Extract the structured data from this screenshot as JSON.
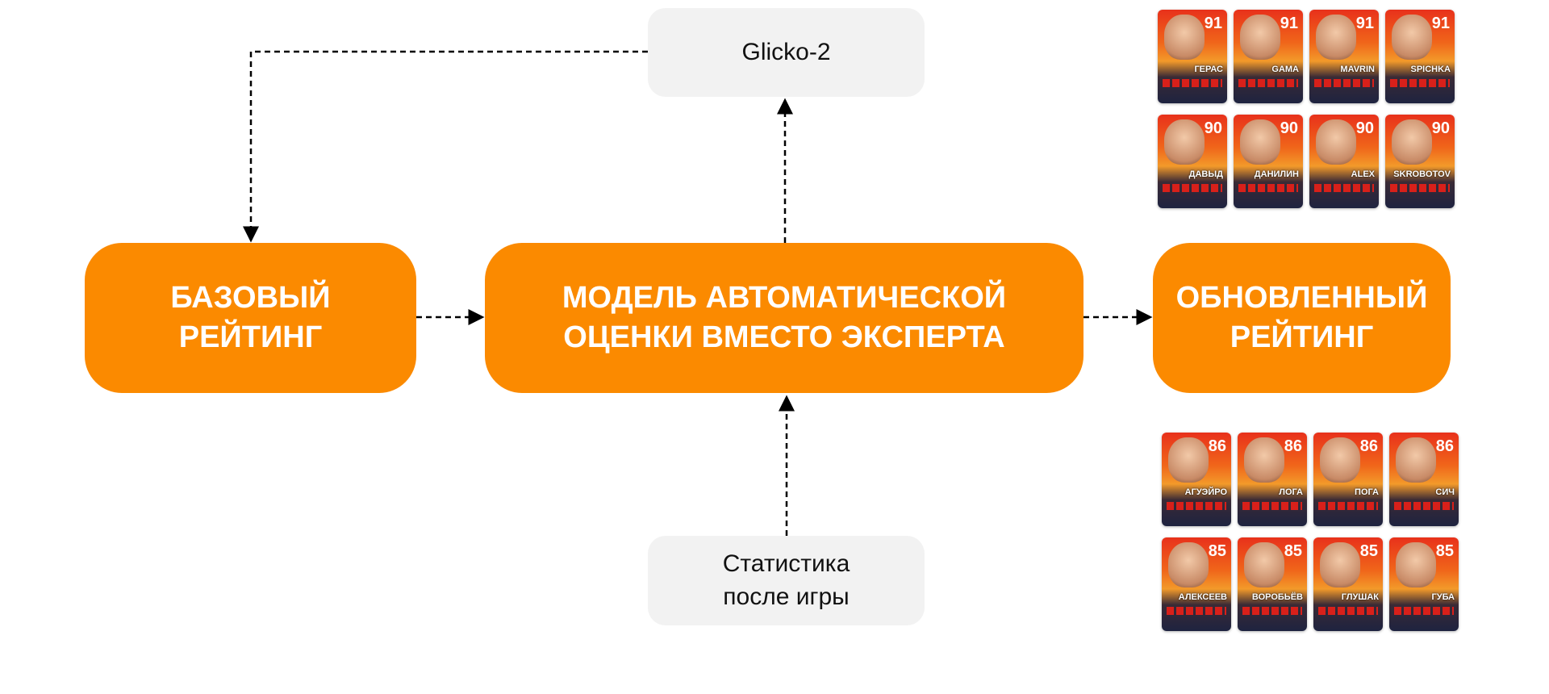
{
  "nodes": {
    "glicko": "Glicko-2",
    "base": "БАЗОВЫЙ\nРЕЙТИНГ",
    "model": "МОДЕЛЬ АВТОМАТИЧЕСКОЙ\nОЦЕНКИ ВМЕСТО ЭКСПЕРТА",
    "updated": "ОБНОВЛЕННЫЙ\nРЕЙТИНГ",
    "stats": "Статистика\nпосле игры"
  },
  "colors": {
    "accent": "#fb8a00",
    "box": "#f2f2f2"
  },
  "cards_top": [
    {
      "rating": "91",
      "name": "ГЕРАС"
    },
    {
      "rating": "91",
      "name": "GAMA"
    },
    {
      "rating": "91",
      "name": "MAVRIN"
    },
    {
      "rating": "91",
      "name": "SPICHKA"
    },
    {
      "rating": "90",
      "name": "ДАВЫД"
    },
    {
      "rating": "90",
      "name": "ДАНИЛИН"
    },
    {
      "rating": "90",
      "name": "ALEX"
    },
    {
      "rating": "90",
      "name": "SKROBOTOV"
    }
  ],
  "cards_bottom": [
    {
      "rating": "86",
      "name": "АГУЭЙРО"
    },
    {
      "rating": "86",
      "name": "ЛОГА"
    },
    {
      "rating": "86",
      "name": "ПОГА"
    },
    {
      "rating": "86",
      "name": "СИЧ"
    },
    {
      "rating": "85",
      "name": "АЛЕКСЕЕВ"
    },
    {
      "rating": "85",
      "name": "ВОРОБЬЁВ"
    },
    {
      "rating": "85",
      "name": "ГЛУШАК"
    },
    {
      "rating": "85",
      "name": "ГУБА"
    }
  ]
}
